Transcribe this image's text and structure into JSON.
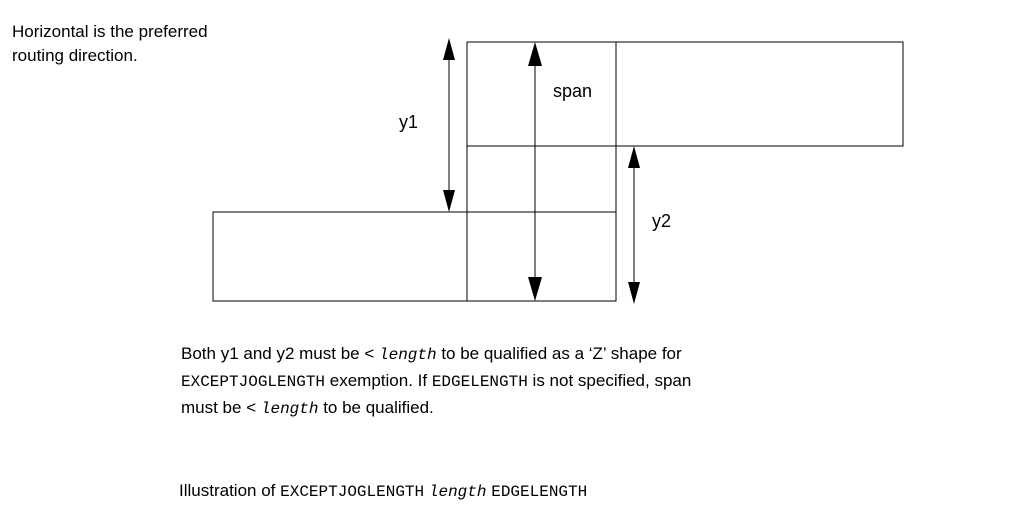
{
  "note": {
    "line1": "Horizontal is the preferred",
    "line2": "routing direction."
  },
  "diagram": {
    "label_y1": "y1",
    "label_span": "span",
    "label_y2": "y2"
  },
  "caption": {
    "l1_a": "Both y1 and y2 must be < ",
    "l1_b": "length",
    "l1_c": " to be qualified as a ‘Z’ shape for",
    "l2_a": "EXCEPTJOGLENGTH",
    "l2_b": " exemption. If ",
    "l2_c": "EDGELENGTH",
    "l2_d": " is not specified, span",
    "l3_a": "must be < ",
    "l3_b": "length",
    "l3_c": " to be qualified."
  },
  "title": {
    "prefix": "Illustration of ",
    "kw1": "EXCEPTJOGLENGTH",
    "kw2": "length",
    "kw3": "EDGELENGTH"
  }
}
